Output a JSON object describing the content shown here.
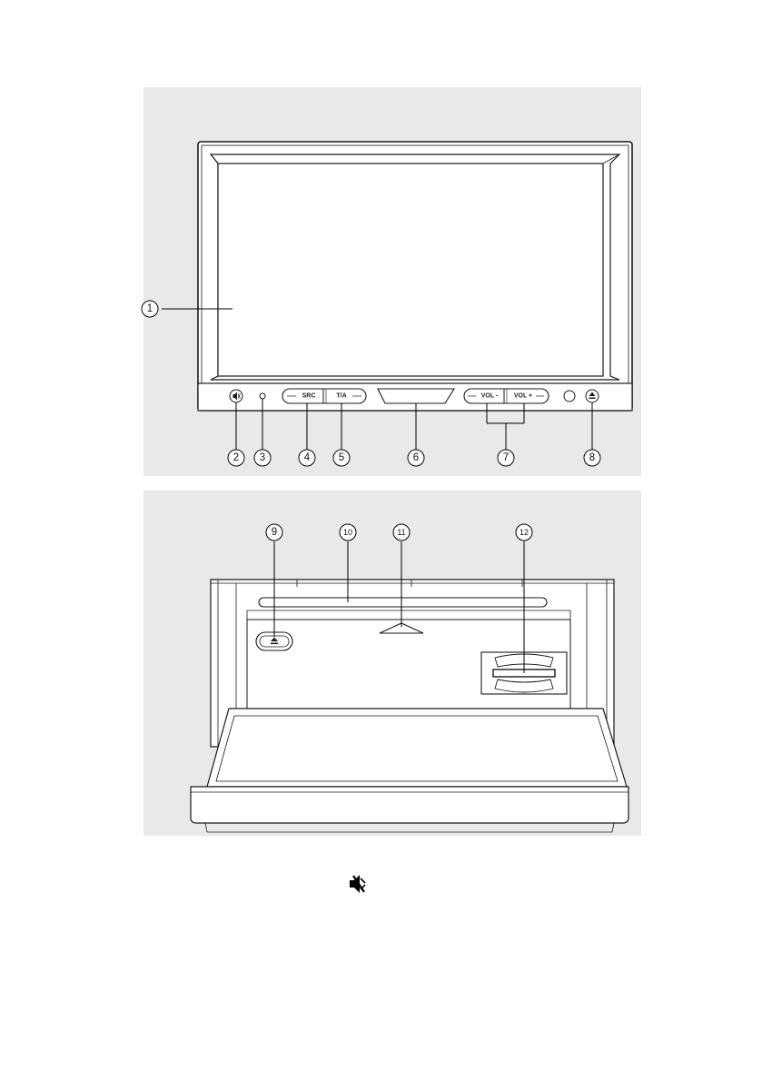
{
  "callouts": [
    {
      "id": "1",
      "label": "1"
    },
    {
      "id": "2",
      "label": "2"
    },
    {
      "id": "3",
      "label": "3"
    },
    {
      "id": "4",
      "label": "4"
    },
    {
      "id": "5",
      "label": "5"
    },
    {
      "id": "6",
      "label": "6"
    },
    {
      "id": "7",
      "label": "7"
    },
    {
      "id": "8",
      "label": "8"
    },
    {
      "id": "9",
      "label": "9"
    },
    {
      "id": "10",
      "label": "10"
    },
    {
      "id": "11",
      "label": "11"
    },
    {
      "id": "12",
      "label": "12"
    }
  ],
  "buttons": {
    "src": "SRC",
    "ta": "T/A",
    "vol_minus": "VOL -",
    "vol_plus": "VOL +"
  },
  "icons": {
    "mute": "mute-icon",
    "eject": "eject-icon"
  },
  "colors": {
    "panel_fill": "#e9e9e9",
    "line": "#1a1a1a",
    "background": "#ffffff"
  }
}
